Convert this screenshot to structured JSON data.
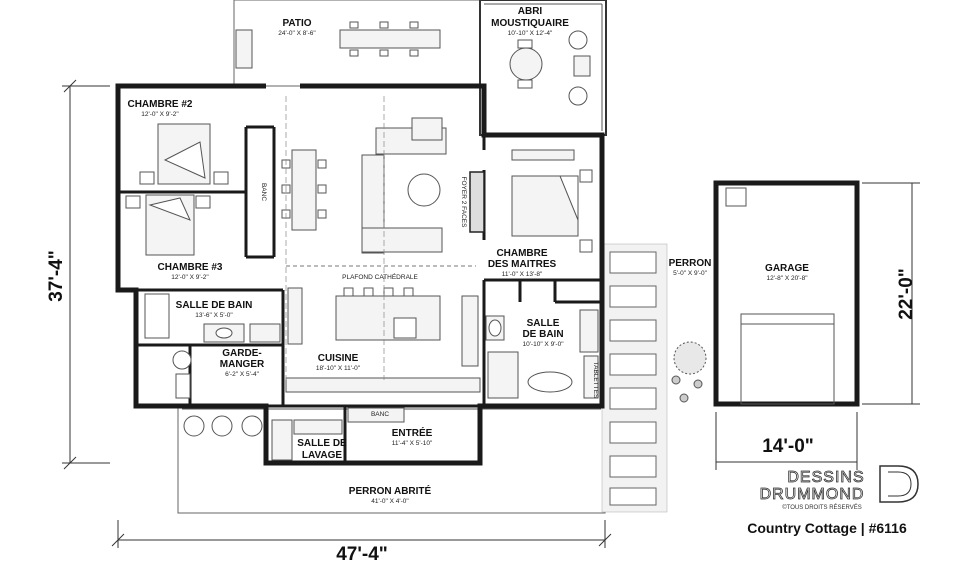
{
  "rooms": {
    "patio": {
      "name": "PATIO",
      "dims": "24'-0\" X 8'-6\""
    },
    "abri": {
      "name_line1": "ABRI",
      "name_line2": "MOUSTIQUAIRE",
      "dims": "10'-10\" X 12'-4\""
    },
    "chambre2": {
      "name": "CHAMBRE #2",
      "dims": "12'-0\" X 9'-2\""
    },
    "chambre3": {
      "name": "CHAMBRE #3",
      "dims": "12'-0\" X 9'-2\""
    },
    "salle_bain": {
      "name": "SALLE DE BAIN",
      "dims": "13'-6\" X 5'-0\""
    },
    "garde_manger": {
      "name_line1": "GARDE-",
      "name_line2": "MANGER",
      "dims": "6'-2\" X 5'-4\""
    },
    "cuisine": {
      "name": "CUISINE",
      "dims": "18'-10\" X 11'-0\""
    },
    "chambre_maitres": {
      "name_line1": "CHAMBRE",
      "name_line2": "DES MAITRES",
      "dims": "11'-0\" X 13'-8\""
    },
    "salle_bain_maitre": {
      "name_line1": "SALLE",
      "name_line2": "DE BAIN",
      "dims": "10'-10\" X 9'-0\""
    },
    "salle_lavage": {
      "name_line1": "SALLE DE",
      "name_line2": "LAVAGE"
    },
    "entree": {
      "name": "ENTRÉE",
      "dims": "11'-4\" X 5'-10\""
    },
    "perron_abrite": {
      "name": "PERRON ABRITÉ",
      "dims": "41'-0\" X 4'-0\""
    },
    "perron": {
      "name": "PERRON",
      "dims": "5'-0\" X 9'-0\""
    },
    "garage": {
      "name": "GARAGE",
      "dims": "12'-8\" X 20'-8\""
    }
  },
  "labels": {
    "banc_vertical": "BANC",
    "banc_entree": "BANC",
    "plafond": "PLAFOND CATHÉDRALE",
    "foyer": "FOYER 2 FACES",
    "tablettes": "TABLETTES"
  },
  "dimensions": {
    "left_height": "37'-4\"",
    "bottom_width": "47'-4\"",
    "garage_width": "14'-0\"",
    "garage_height": "22'-0\""
  },
  "branding": {
    "line1": "DESSINS",
    "line2": "DRUMMOND",
    "copyright": "©TOUS DROITS RÉSERVÉS",
    "plan_name": "Country Cottage | #6116"
  }
}
